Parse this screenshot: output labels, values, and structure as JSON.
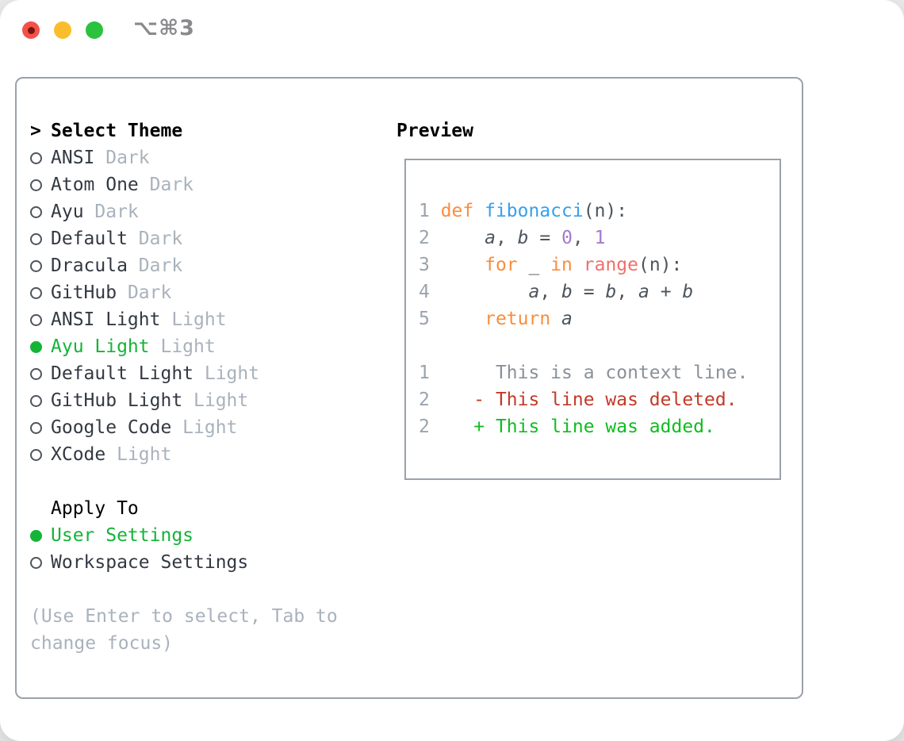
{
  "titlebar": {
    "title": "⌥⌘3",
    "traffic_lights": [
      "close",
      "minimize",
      "zoom"
    ]
  },
  "colors": {
    "green_selected": "#14b437",
    "green_added": "#10bd1f",
    "red_deleted": "#c23a28",
    "orange_keyword": "#fa8d3e",
    "blue_function": "#36a1e8",
    "purple_number": "#a37acc",
    "coral_call": "#f0706b",
    "panel_border": "#9aa2ab",
    "muted_gray": "#a9b2bc"
  },
  "theme_picker": {
    "prompt": ">",
    "header_label": "Select Theme",
    "items": [
      {
        "name": "ANSI",
        "variant": "Dark",
        "selected": false
      },
      {
        "name": "Atom One",
        "variant": "Dark",
        "selected": false
      },
      {
        "name": "Ayu",
        "variant": "Dark",
        "selected": false
      },
      {
        "name": "Default",
        "variant": "Dark",
        "selected": false
      },
      {
        "name": "Dracula",
        "variant": "Dark",
        "selected": false
      },
      {
        "name": "GitHub",
        "variant": "Dark",
        "selected": false
      },
      {
        "name": "ANSI Light",
        "variant": "Light",
        "selected": false
      },
      {
        "name": "Ayu Light",
        "variant": "Light",
        "selected": true
      },
      {
        "name": "Default Light",
        "variant": "Light",
        "selected": false
      },
      {
        "name": "GitHub Light",
        "variant": "Light",
        "selected": false
      },
      {
        "name": "Google Code",
        "variant": "Light",
        "selected": false
      },
      {
        "name": "XCode",
        "variant": "Light",
        "selected": false
      }
    ]
  },
  "apply_to": {
    "label": "Apply To",
    "options": [
      {
        "name": "User Settings",
        "selected": true
      },
      {
        "name": "Workspace Settings",
        "selected": false
      }
    ]
  },
  "hint": "(Use Enter to select, Tab to\nchange focus)",
  "preview": {
    "label": "Preview",
    "code_lines": [
      [
        [
          "ln",
          "1 "
        ],
        [
          "kw",
          "def "
        ],
        [
          "fn",
          "fibonacci"
        ],
        [
          "plain",
          "(n):"
        ]
      ],
      [
        [
          "ln",
          "2 "
        ],
        [
          "plain",
          "    "
        ],
        [
          "var",
          "a"
        ],
        [
          "plain",
          ", "
        ],
        [
          "var",
          "b"
        ],
        [
          "plain",
          " = "
        ],
        [
          "num",
          "0"
        ],
        [
          "plain",
          ", "
        ],
        [
          "num",
          "1"
        ]
      ],
      [
        [
          "ln",
          "3 "
        ],
        [
          "plain",
          "    "
        ],
        [
          "kw",
          "for"
        ],
        [
          "plain",
          " _ "
        ],
        [
          "kw",
          "in"
        ],
        [
          "plain",
          " "
        ],
        [
          "call",
          "range"
        ],
        [
          "plain",
          "(n):"
        ]
      ],
      [
        [
          "ln",
          "4 "
        ],
        [
          "plain",
          "        "
        ],
        [
          "var",
          "a"
        ],
        [
          "plain",
          ", "
        ],
        [
          "var",
          "b"
        ],
        [
          "plain",
          " = "
        ],
        [
          "var",
          "b"
        ],
        [
          "plain",
          ", "
        ],
        [
          "var",
          "a"
        ],
        [
          "plain",
          " + "
        ],
        [
          "var",
          "b"
        ]
      ],
      [
        [
          "ln",
          "5 "
        ],
        [
          "plain",
          "    "
        ],
        [
          "kw",
          "return"
        ],
        [
          "plain",
          " "
        ],
        [
          "var",
          "a"
        ]
      ],
      [],
      [
        [
          "ln",
          "1      "
        ],
        [
          "ctx",
          "This is a context line."
        ]
      ],
      [
        [
          "ln",
          "2    "
        ],
        [
          "del",
          "- This line was deleted."
        ]
      ],
      [
        [
          "ln",
          "2    "
        ],
        [
          "add",
          "+ This line was added."
        ]
      ]
    ]
  }
}
